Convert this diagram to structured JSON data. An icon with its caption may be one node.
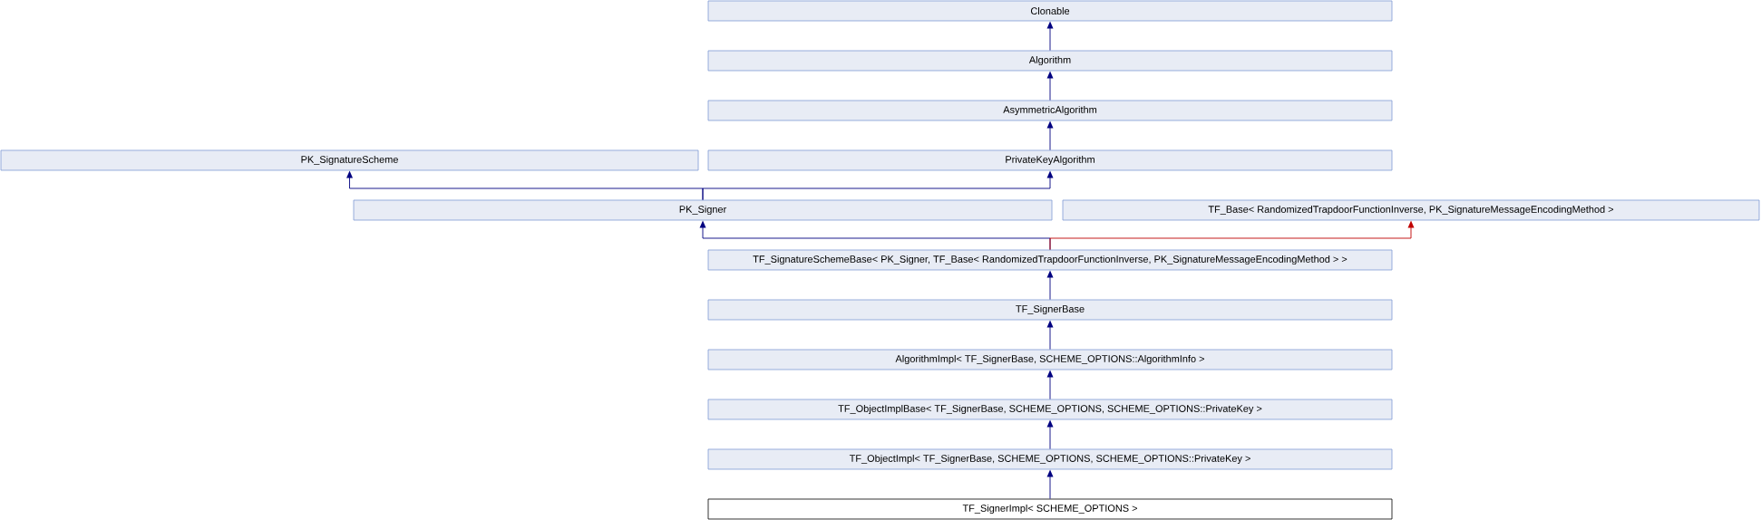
{
  "diagram": {
    "nodes": [
      {
        "text": [
          "Clonable"
        ]
      },
      {
        "text": [
          "Algorithm"
        ]
      },
      {
        "text": [
          "AsymmetricAlgorithm"
        ]
      },
      {
        "text": [
          "PK_SignatureScheme"
        ]
      },
      {
        "text": [
          "PrivateKeyAlgorithm"
        ]
      },
      {
        "text": [
          "PK_Signer"
        ]
      },
      {
        "text": [
          "TF_Base< RandomizedTrapdoorFunctionInverse, PK_SignatureMessageEncodingMethod >"
        ]
      },
      {
        "text": [
          "TF_SignatureSchemeBase< PK_Signer, TF_Base< RandomizedTrapdoorFunctionInverse, PK_SignatureMessageEncodingMethod > >"
        ]
      },
      {
        "text": [
          "TF_SignerBase"
        ]
      },
      {
        "text": [
          "AlgorithmImpl< TF_SignerBase, SCHEME_OPTIONS::AlgorithmInfo >"
        ]
      },
      {
        "text": [
          "TF_ObjectImplBase< TF_SignerBase, SCHEME_OPTIONS, SCHEME_OPTIONS::PrivateKey >"
        ]
      },
      {
        "text": [
          "TF_ObjectImpl< TF_SignerBase, SCHEME_OPTIONS, SCHEME_OPTIONS::PrivateKey >"
        ]
      },
      {
        "text": [
          "TF_SignerImpl< SCHEME_OPTIONS >"
        ]
      }
    ],
    "edges": [
      {
        "from": 1,
        "to": 0,
        "arrow": "to"
      },
      {
        "from": 2,
        "to": 1,
        "arrow": "to"
      },
      {
        "from": 4,
        "to": 2,
        "arrow": "to"
      },
      {
        "from": 5,
        "to": 3,
        "arrow": "to"
      },
      {
        "from": 5,
        "to": 4,
        "arrow": "to"
      },
      {
        "from": 7,
        "to": 5,
        "arrow": "to"
      },
      {
        "from": 7,
        "to": 6,
        "arrow": "to",
        "color": "#c00000"
      },
      {
        "from": 8,
        "to": 7,
        "arrow": "to"
      },
      {
        "from": 9,
        "to": 8,
        "arrow": "to"
      },
      {
        "from": 10,
        "to": 9,
        "arrow": "to"
      },
      {
        "from": 11,
        "to": 10,
        "arrow": "to"
      },
      {
        "from": 12,
        "to": 11,
        "arrow": "to"
      }
    ]
  }
}
